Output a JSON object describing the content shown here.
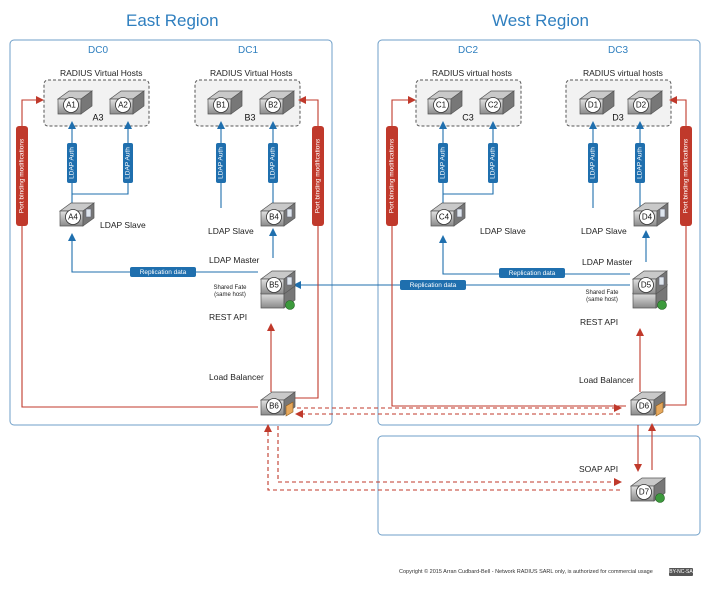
{
  "regions": {
    "east": "East Region",
    "west": "West Region"
  },
  "datacenters": {
    "dc0": "DC0",
    "dc1": "DC1",
    "dc2": "DC2",
    "dc3": "DC3"
  },
  "vhost_labels": {
    "dc0": "RADIUS Virtual Hosts",
    "dc1": "RADIUS Virtual Hosts",
    "dc2": "RADIUS virtual hosts",
    "dc3": "RADIUS virtual hosts"
  },
  "nodes": {
    "A1": "A1",
    "A2": "A2",
    "A3": "A3",
    "A4": "A4",
    "B1": "B1",
    "B2": "B2",
    "B3": "B3",
    "B4": "B4",
    "B5": "B5",
    "B6": "B6",
    "C1": "C1",
    "C2": "C2",
    "C3": "C3",
    "C4": "C4",
    "D1": "D1",
    "D2": "D2",
    "D3": "D3",
    "D4": "D4",
    "D5": "D5",
    "D6": "D6",
    "D7": "D7"
  },
  "labels": {
    "ldap_auth": "LDAP Auth",
    "ldap_slave": "LDAP Slave",
    "ldap_master": "LDAP Master",
    "replication": "Replication data",
    "shared_fate_1": "Shared Fate",
    "shared_fate_2": "(same host)",
    "rest_api": "REST API",
    "load_balancer": "Load Balancer",
    "port_binding": "Port binding modifications",
    "soap_api": "SOAP API"
  },
  "footer": {
    "copyright": "Copyright © 2015 Arran Cudbard-Bell - Network RADIUS SARL only, is authorized for commercial usage",
    "license": "BY-NC-SA"
  },
  "colors": {
    "region_border": "#6f9fc8",
    "blue": "#1f6fae",
    "red": "#c0392b",
    "server_green": "#3c9a3c"
  }
}
